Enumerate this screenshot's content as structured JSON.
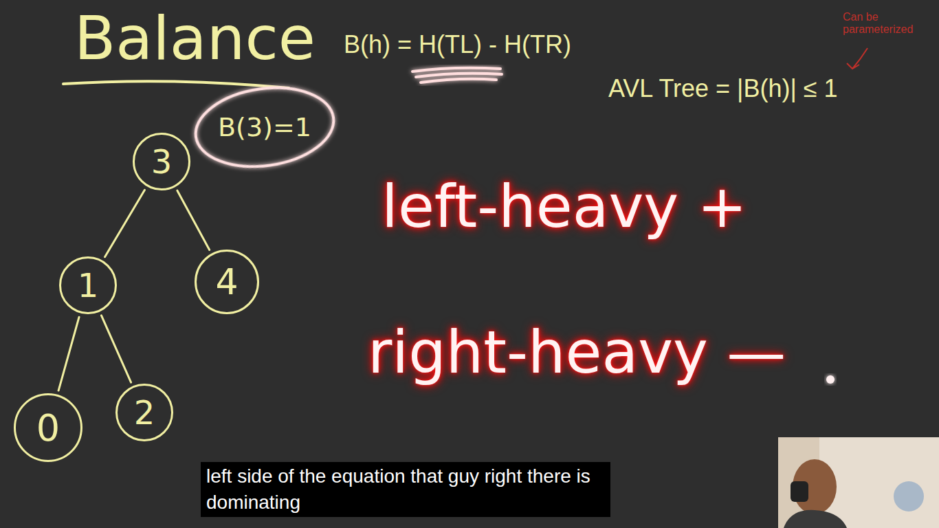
{
  "diagram": {
    "caption": "left side of the equation that guy right there is dominating",
    "nodes": [
      {
        "text": [
          "3"
        ]
      },
      {
        "text": [
          "B(3)=1"
        ]
      },
      {
        "text": [
          "1"
        ]
      },
      {
        "text": [
          "4"
        ]
      },
      {
        "text": [
          "0"
        ]
      },
      {
        "text": [
          "2"
        ]
      }
    ],
    "edges": [
      {
        "from": 0,
        "to": 2,
        "arrow": "none"
      },
      {
        "from": 0,
        "to": 3,
        "arrow": "none"
      },
      {
        "from": 2,
        "to": 4,
        "arrow": "none"
      },
      {
        "from": 2,
        "to": 5,
        "arrow": "none"
      }
    ],
    "labels": [
      "Balance",
      "B(h) = H(TL) - H(TR)",
      "AVL Tree = |B(h)| ≤ 1",
      "Can be parameterized",
      "left-heavy +",
      "right-heavy —"
    ]
  }
}
